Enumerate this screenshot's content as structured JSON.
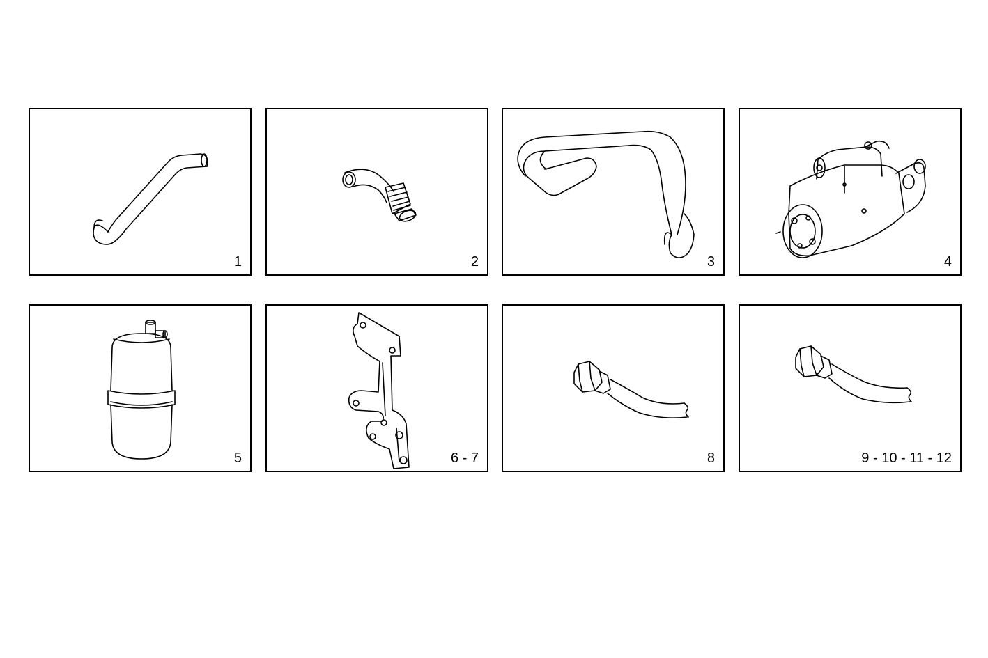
{
  "panels": [
    {
      "label": "1",
      "part": "hose-bent-long"
    },
    {
      "label": "2",
      "part": "hose-elbow-corrugated"
    },
    {
      "label": "3",
      "part": "hose-curved-large"
    },
    {
      "label": "4",
      "part": "starter-motor"
    },
    {
      "label": "5",
      "part": "receiver-drier"
    },
    {
      "label": "6 - 7",
      "part": "mounting-bracket"
    },
    {
      "label": "8",
      "part": "pipe-with-fitting"
    },
    {
      "label": "9 - 10 - 11 - 12",
      "part": "pipe-with-fitting"
    }
  ]
}
